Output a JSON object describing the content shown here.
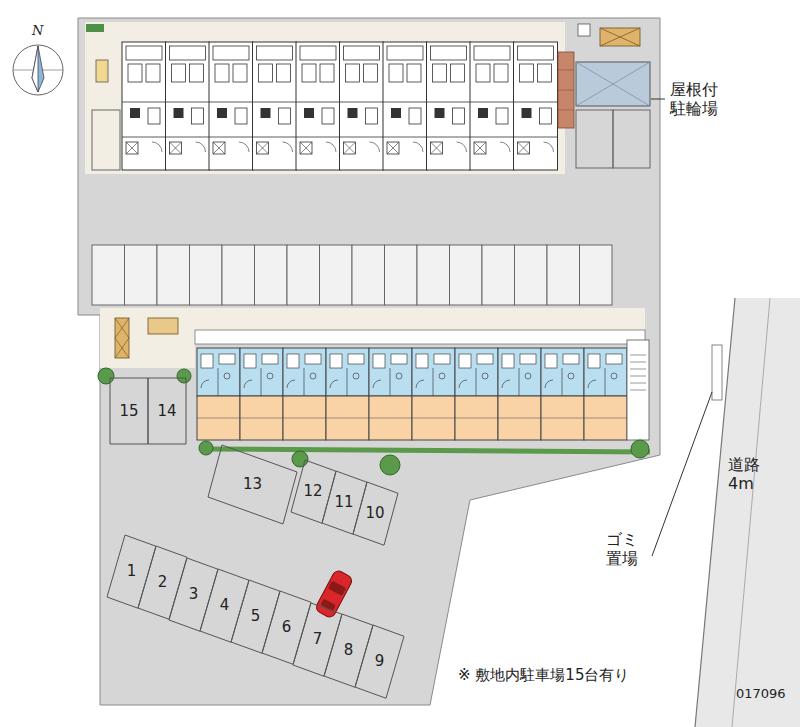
{
  "diagram": {
    "nodes": [
      {
        "text": [
          "15"
        ]
      },
      {
        "text": [
          "14"
        ]
      },
      {
        "text": [
          "13"
        ]
      },
      {
        "text": [
          "12"
        ]
      },
      {
        "text": [
          "11"
        ]
      },
      {
        "text": [
          "10"
        ]
      },
      {
        "text": [
          "1"
        ]
      },
      {
        "text": [
          "2"
        ]
      },
      {
        "text": [
          "3"
        ]
      },
      {
        "text": [
          "4"
        ]
      },
      {
        "text": [
          "5"
        ]
      },
      {
        "text": [
          "6"
        ]
      },
      {
        "text": [
          "7"
        ]
      },
      {
        "text": [
          "8"
        ]
      },
      {
        "text": [
          "9"
        ]
      }
    ],
    "labels": [
      "N",
      "屋根付 駐輪場",
      "道路 4m",
      "ゴミ 置場",
      "※ 敷地内駐車場15台有り",
      "017096"
    ]
  }
}
